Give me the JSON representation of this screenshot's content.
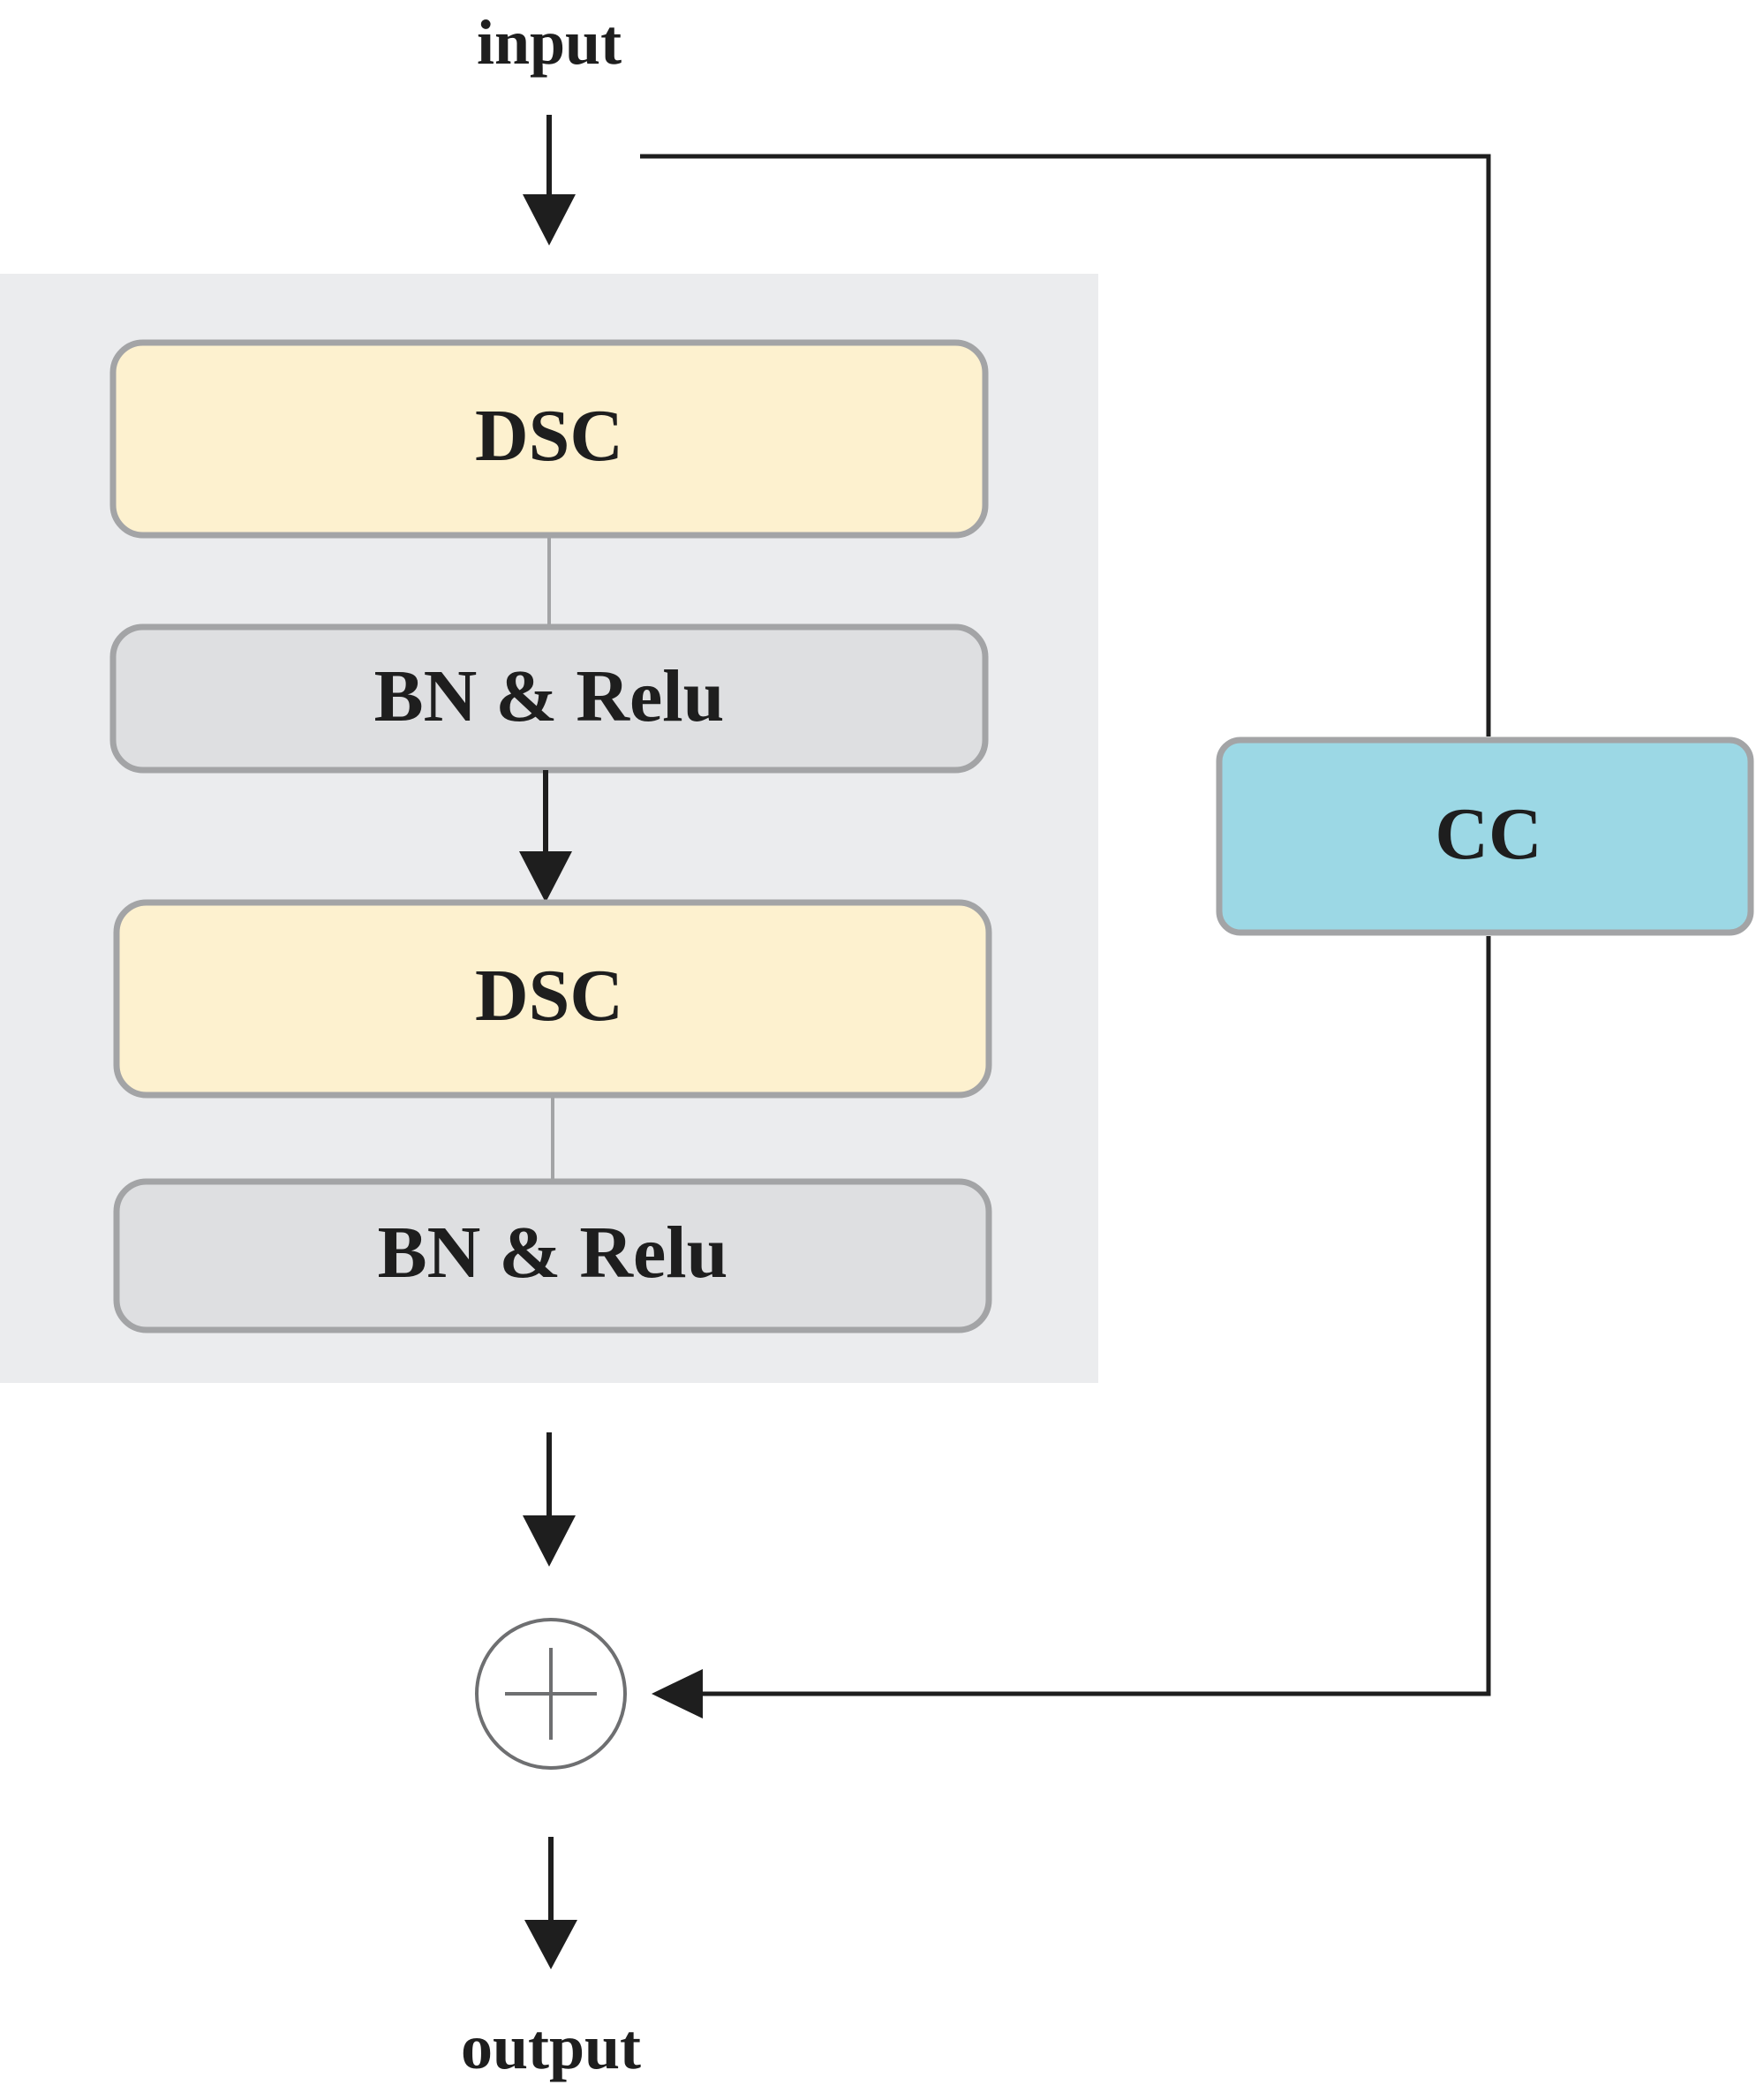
{
  "labels": {
    "input": "input",
    "output": "output"
  },
  "blocks": {
    "dsc_1": "DSC",
    "bn_relu_1": "BN & Relu",
    "dsc_2": "DSC",
    "bn_relu_2": "BN & Relu",
    "cc": "CC"
  },
  "colors": {
    "dsc_fill": "#fdf1cf",
    "bn_fill": "#dedfe1",
    "cc_fill": "#9cd8e5",
    "block_border": "#a3a4a6",
    "panel_fill": "#ebecee",
    "line": "#1e1e1e"
  },
  "icons": {
    "sum": "circled-plus-icon"
  }
}
